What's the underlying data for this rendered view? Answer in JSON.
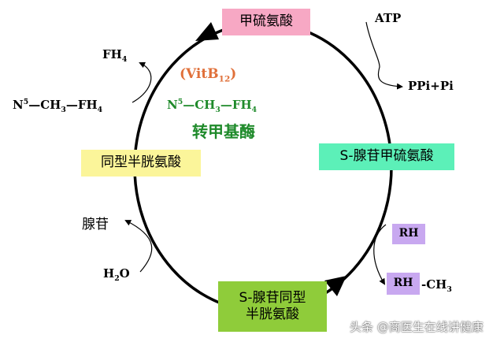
{
  "nodes": {
    "met": {
      "text": "甲硫氨酸",
      "color": "#f7a8c4"
    },
    "sam": {
      "text": "S-腺苷甲硫氨酸",
      "color": "#5cf0b8"
    },
    "sah_line1": {
      "text": "S-腺苷同型"
    },
    "sah_line2": {
      "text": "半胱氨酸"
    },
    "sah": {
      "color": "#8fcc3a"
    },
    "hcy": {
      "text": "同型半胱氨酸",
      "color": "#fbf59a"
    }
  },
  "rh_boxes": {
    "rh1": {
      "text": "RH"
    },
    "rh2": {
      "text": "RH"
    },
    "color": "#c8a8f0"
  },
  "labels": {
    "atp": "ATP",
    "ppi": "PPi+Pi",
    "ch3_suffix": "-CH",
    "ch3_sub": "3",
    "adenosine": "腺苷",
    "h2o_h": "H",
    "h2o_sub": "2",
    "h2o_o": "O",
    "fh4_left_main": "FH",
    "fh4_left_sub": "4",
    "n5_left": {
      "n": "N",
      "sup": "5",
      "mid": "—CH",
      "sub3": "3",
      "dash": "—FH",
      "sub4": "4"
    },
    "vitb12": {
      "open": "(VitB",
      "sub": "12",
      "close": ")",
      "color": "#e0703a"
    },
    "n5_green": {
      "n": "N",
      "sup": "5",
      "mid": "—CH",
      "sub3": "3",
      "dash": "—FH",
      "sub4": "4",
      "color": "#1e8a2a"
    },
    "enzyme": {
      "text": "转甲基酶",
      "color": "#1e8a2a"
    },
    "watermark": "头条 @商医生在线讲健康"
  }
}
